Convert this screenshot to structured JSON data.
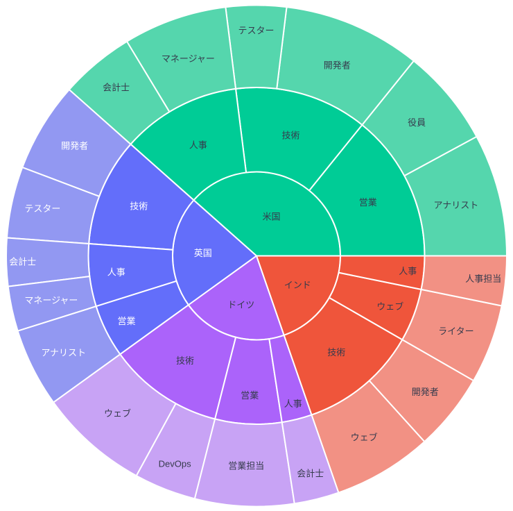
{
  "chart_data": {
    "type": "sunburst",
    "title": "",
    "legend": "none",
    "levels": [
      "国",
      "部署",
      "役職"
    ],
    "background": "#ffffff",
    "stroke_color": "#ffffff",
    "stroke_width": 2,
    "font_size": 13,
    "text_dark": "#363b4d",
    "text_light": "#ffffff",
    "center": [
      370,
      368.5
    ],
    "ring_radii": [
      0,
      121,
      242.5,
      361
    ],
    "start_angle_deg": 0,
    "direction": "counterclockwise",
    "values_note": "values are percent shares estimated from measured arc angles",
    "nodes": [
      {
        "label": "米国",
        "color": "#00cc96",
        "leaf_color": "#55d6ad",
        "text_on_base": "dark",
        "text_on_leaf": "dark",
        "label_r_frac": 0.5,
        "children": [
          {
            "label": "営業",
            "label_r_frac": 0.47,
            "children": [
              {
                "label": "アナリスト",
                "value": 7.9,
                "label_r_frac": 0.46
              },
              {
                "label": "役員",
                "value": 6.3,
                "label_r_frac": 0.49
              }
            ]
          },
          {
            "label": "技術",
            "label_r_frac": 0.49,
            "children": [
              {
                "label": "開発者",
                "value": 8.9,
                "label_r_frac": 0.47
              },
              {
                "label": "テスター",
                "value": 3.9,
                "label_r_frac": 0.69
              }
            ]
          },
          {
            "label": "人事",
            "label_r_frac": 0.49,
            "children": [
              {
                "label": "マネージャー",
                "value": 6.7,
                "label_r_frac": 0.49
              },
              {
                "label": "会計士",
                "value": 4.8,
                "label_r_frac": 0.62
              }
            ]
          }
        ]
      },
      {
        "label": "英国",
        "color": "#636efa",
        "leaf_color": "#9298f2",
        "text_on_base": "light",
        "text_on_leaf": "light",
        "label_r_frac": 0.64,
        "children": [
          {
            "label": "技術",
            "label_r_frac": 0.52,
            "children": [
              {
                "label": "開発者",
                "value": 5.8,
                "label_r_frac": 0.54
              },
              {
                "label": "テスター",
                "value": 4.6,
                "label_r_frac": 0.62
              }
            ]
          },
          {
            "label": "人事",
            "label_r_frac": 0.68,
            "children": [
              {
                "label": "会計士",
                "value": 3.1,
                "label_r_frac": 0.8
              },
              {
                "label": "マネージャー",
                "value": 2.9,
                "label_r_frac": 0.51
              }
            ]
          },
          {
            "label": "営業",
            "label_r_frac": 0.73,
            "children": [
              {
                "label": "アナリスト",
                "value": 5.1,
                "label_r_frac": 0.58
              }
            ]
          }
        ]
      },
      {
        "label": "ドイツ",
        "color": "#ab63fa",
        "leaf_color": "#c8a3f5",
        "text_on_base": "dark",
        "text_on_leaf": "dark",
        "label_r_frac": 0.61,
        "children": [
          {
            "label": "技術",
            "label_r_frac": 0.51,
            "children": [
              {
                "label": "ウェブ",
                "value": 7.1,
                "label_r_frac": 0.51
              },
              {
                "label": "DevOps",
                "value": 4.0,
                "label_r_frac": 0.67
              }
            ]
          },
          {
            "label": "営業",
            "label_r_frac": 0.66,
            "children": [
              {
                "label": "営業担当",
                "value": 6.4,
                "label_r_frac": 0.51
              }
            ]
          },
          {
            "label": "人事",
            "label_r_frac": 0.81,
            "children": [
              {
                "label": "会計士",
                "value": 2.9,
                "label_r_frac": 0.68
              }
            ]
          }
        ]
      },
      {
        "label": "インド",
        "color": "#ef553b",
        "leaf_color": "#f29184",
        "text_on_base": "dark",
        "text_on_leaf": "dark",
        "label_r_frac": 0.6,
        "children": [
          {
            "label": "技術",
            "label_r_frac": 0.49,
            "children": [
              {
                "label": "ウェブ",
                "value": 6.4,
                "label_r_frac": 0.52
              },
              {
                "label": "開発者",
                "value": 5.0,
                "label_r_frac": 0.59
              }
            ]
          },
          {
            "label": "ウェブ",
            "label_r_frac": 0.7,
            "children": [
              {
                "label": "ライター",
                "value": 5.1,
                "label_r_frac": 0.55
              }
            ]
          },
          {
            "label": "人事",
            "label_r_frac": 0.81,
            "children": [
              {
                "label": "人事担当",
                "value": 3.2,
                "label_r_frac": 0.73
              }
            ]
          }
        ]
      }
    ]
  }
}
